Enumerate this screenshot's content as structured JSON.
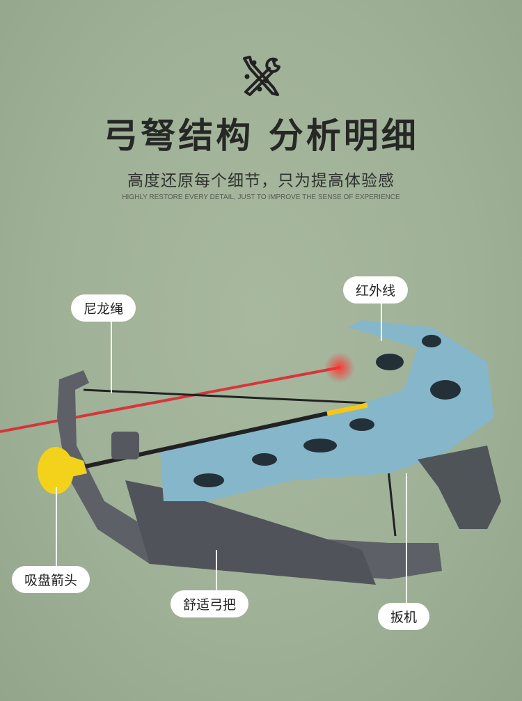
{
  "title": "弓弩结构 分析明细",
  "subtitle": "高度还原每个细节，只为提高体验感",
  "subtitle_en": "HIGHLY RESTORE EVERY DETAIL, JUST TO IMPROVE THE SENSE OF EXPERIENCE",
  "icon": "tools-icon",
  "labels": {
    "nylon_rope": "尼龙绳",
    "infrared": "红外线",
    "suction_arrow": "吸盘箭头",
    "grip": "舒适弓把",
    "trigger": "扳机"
  },
  "colors": {
    "background": "#a1b399",
    "laser": "#e0202a",
    "arrow_tip": "#f2d21a"
  }
}
